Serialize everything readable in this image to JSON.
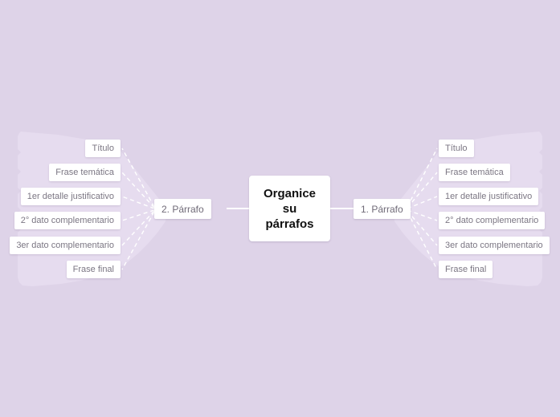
{
  "canvas": {
    "background_color": "#ded3e8",
    "region_color": "#e6dcef",
    "node_fill": "#ffffff",
    "node_text_color": "#7b7683",
    "center_text_color": "#111111",
    "connector_color": "#ffffff"
  },
  "center": {
    "name": "central-topic",
    "lines": [
      "Organice",
      "su",
      "párrafos"
    ]
  },
  "branches": [
    {
      "id": "branch-2",
      "side": "left",
      "label": "2. Párrafo",
      "leaves": [
        "Título",
        "Frase temática",
        "1er detalle justificativo",
        "2° dato complementario",
        "3er dato complementario",
        "Frase final"
      ]
    },
    {
      "id": "branch-1",
      "side": "right",
      "label": "1. Párrafo",
      "leaves": [
        "Título",
        "Frase temática",
        "1er detalle justificativo",
        "2° dato complementario",
        "3er dato complementario",
        "Frase final"
      ]
    }
  ]
}
